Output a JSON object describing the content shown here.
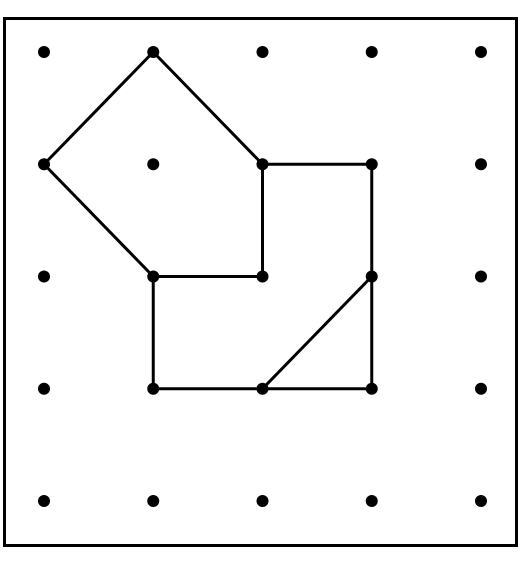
{
  "geoboard": {
    "grid": {
      "columns": 5,
      "rows": 5
    },
    "colors": {
      "peg": "#000000",
      "band": "#000000",
      "frame": "#000000",
      "background": "#ffffff"
    },
    "figure_edges": [
      {
        "from": [
          1,
          0
        ],
        "to": [
          2,
          1
        ]
      },
      {
        "from": [
          0,
          1
        ],
        "to": [
          1,
          0
        ]
      },
      {
        "from": [
          0,
          1
        ],
        "to": [
          1,
          2
        ]
      },
      {
        "from": [
          1,
          2
        ],
        "to": [
          2,
          2
        ]
      },
      {
        "from": [
          2,
          1
        ],
        "to": [
          2,
          2
        ]
      },
      {
        "from": [
          2,
          1
        ],
        "to": [
          3,
          1
        ]
      },
      {
        "from": [
          3,
          1
        ],
        "to": [
          3,
          3
        ]
      },
      {
        "from": [
          1,
          2
        ],
        "to": [
          1,
          3
        ]
      },
      {
        "from": [
          1,
          3
        ],
        "to": [
          3,
          3
        ]
      },
      {
        "from": [
          2,
          3
        ],
        "to": [
          3,
          2
        ]
      }
    ]
  }
}
